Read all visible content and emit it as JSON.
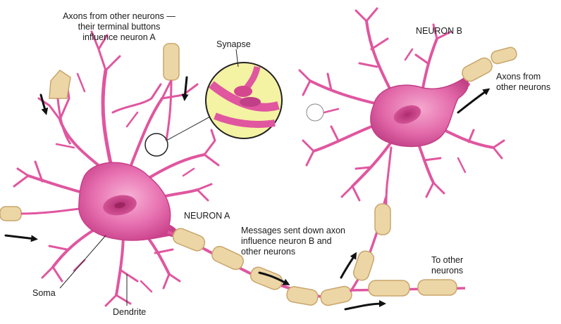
{
  "labels": {
    "axons_a_line1": "Axons from other neurons —",
    "axons_a_line2": "their terminal buttons",
    "axons_a_line3": "influence neuron A",
    "synapse": "Synapse",
    "neuron_b": "NEURON B",
    "axons_b_line1": "Axons from",
    "axons_b_line2": "other neurons",
    "neuron_a": "NEURON A",
    "messages_line1": "Messages sent down axon",
    "messages_line2": "influence neuron B and",
    "messages_line3": "other neurons",
    "to_other_line1": "To other",
    "to_other_line2": "neurons",
    "soma": "Soma",
    "dendrite": "Dendrite"
  },
  "colors": {
    "neuron_pink": "#e0569f",
    "neuron_dark": "#b8307a",
    "soma_fill": "#e873b2",
    "myelin_fill": "#ecd6a6",
    "myelin_edge": "#c9a56c",
    "synapse_bg": "#f4f2a3",
    "arrow": "#111111"
  }
}
